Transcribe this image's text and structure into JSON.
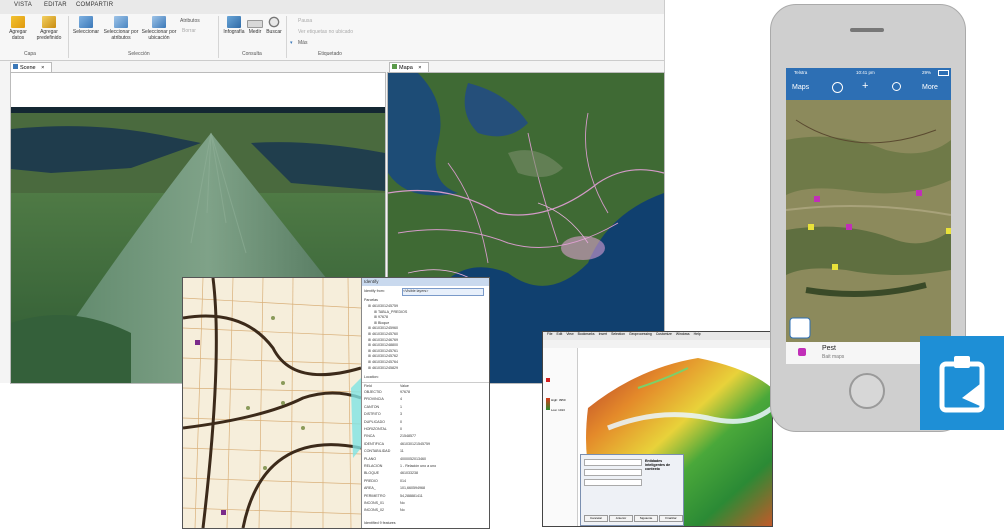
{
  "desktop": {
    "tabs": [
      "VISTA",
      "EDITAR",
      "COMPARTIR"
    ],
    "ribbon": {
      "capa": {
        "agregar_datos": "Agregar datos",
        "agregar_predefinido": "Agregar predefinido",
        "group": "Capa"
      },
      "seleccion": {
        "seleccionar": "Seleccionar",
        "por_atributos": "Seleccionar por atributos",
        "por_ubicacion": "Seleccionar por ubicación",
        "atributos": "Atributos",
        "borrar": "Borrar",
        "group": "Selección"
      },
      "consulta": {
        "infografia": "Infografía",
        "medir": "Medir",
        "buscar": "Buscar",
        "group": "Consulta"
      },
      "etiquetado": {
        "pausa": "Pausa",
        "ver_sin_ubicar": "Ver etiquetas no ubicado",
        "mas": "Más",
        "group": "Etiquetado"
      }
    },
    "views": {
      "scene": "Scene",
      "mapa": "Mapa"
    }
  },
  "identify": {
    "title": "Identify",
    "identify_from_label": "Identify from:",
    "identify_from_value": "<Visible layers>",
    "tree_root": "Parcelas",
    "tree_items": [
      "4610301245759",
      "TABLA_PREDIOS",
      "97678",
      "Bloque",
      "4610301245960",
      "4610301245760",
      "4610301246769",
      "4610301248800",
      "4610301245761",
      "4610301245762",
      "4610301245764",
      "4610301245829"
    ],
    "location_label": "Location:",
    "columns": [
      "Field",
      "Value"
    ],
    "fields": [
      [
        "OBJECTID",
        "97678"
      ],
      [
        "PROVINCIA",
        "4"
      ],
      [
        "CANTON",
        "1"
      ],
      [
        "DISTRITO",
        "3"
      ],
      [
        "DUPLICADO",
        "0"
      ],
      [
        "HORIZONTAL",
        "0"
      ],
      [
        "FINCA",
        "21548577"
      ],
      [
        "IDENTIFICA",
        "461030121545759"
      ],
      [
        "CONTABILIDAD",
        "11"
      ],
      [
        "PLANO",
        "4000052013460"
      ],
      [
        "RELACION",
        "1 - Relación uno a uno"
      ],
      [
        "BLOQUE",
        "461033238"
      ],
      [
        "PREDIO",
        "014"
      ],
      [
        "AREA_",
        "101,660594968"
      ],
      [
        "PERIMETRO",
        "54,288881411"
      ],
      [
        "INCONS_01",
        "No"
      ],
      [
        "INCONS_02",
        "No"
      ]
    ],
    "footer": "Identified 9 features"
  },
  "dem": {
    "menu": [
      "File",
      "Edit",
      "View",
      "Bookmarks",
      "Insert",
      "Selection",
      "Geoprocessing",
      "Customize",
      "Windows",
      "Help"
    ],
    "dialog_title": "Entidades inteligentes de contexto",
    "legend_high": "High: 3950",
    "legend_low": "Low: 1013",
    "buttons": [
      "Cancelar",
      "Anterior",
      "Siguiente",
      "Finalizar"
    ]
  },
  "phone": {
    "carrier": "Telstra",
    "time": "10:41 pm",
    "battery": "29%",
    "nav_maps": "Maps",
    "nav_more": "More",
    "card_title": "Pest",
    "card_subtitle": "Bait maps",
    "colors": {
      "bar": "#2d6fb4",
      "app_icon": "#1e8fd6"
    }
  }
}
